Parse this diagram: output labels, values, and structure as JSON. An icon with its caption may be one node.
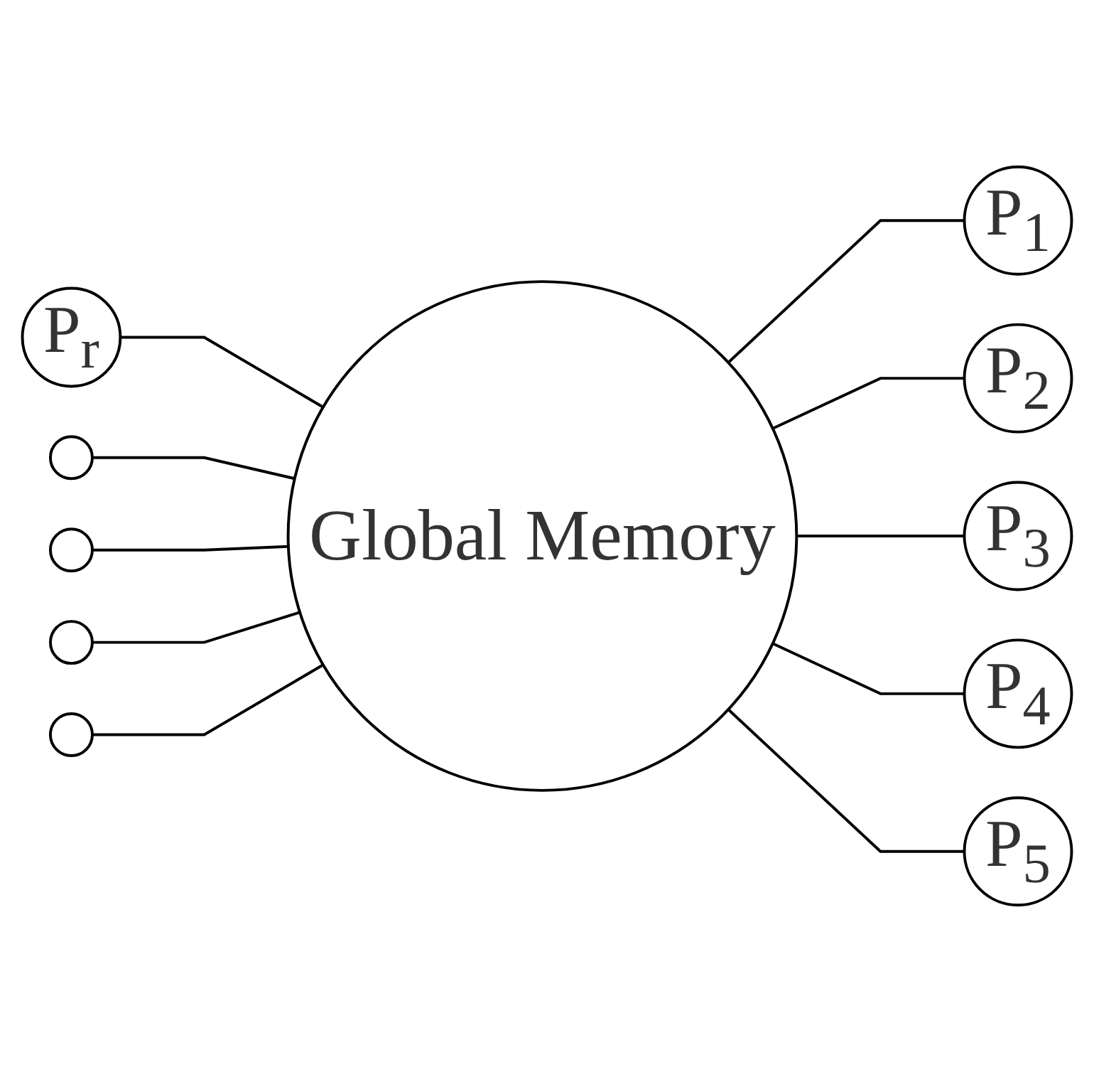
{
  "diagram": {
    "nodes": [
      {
        "text": [
          "Global Memory"
        ]
      },
      {
        "text": [
          "P$_{1}$"
        ]
      },
      {
        "text": [
          "P$_{2}$"
        ]
      },
      {
        "text": [
          "P$_{3}$"
        ]
      },
      {
        "text": [
          "P$_{4}$"
        ]
      },
      {
        "text": [
          "P$_{5}$"
        ]
      },
      {
        "text": [
          "P$_{r}$"
        ]
      },
      {
        "text": [],
        "shape": "circle"
      },
      {
        "text": [],
        "shape": "circle"
      },
      {
        "text": [],
        "shape": "circle"
      },
      {
        "text": [],
        "shape": "circle"
      }
    ],
    "edges": [
      {
        "from": 0,
        "to": 1,
        "arrow": "none"
      },
      {
        "from": 0,
        "to": 2,
        "arrow": "none"
      },
      {
        "from": 0,
        "to": 3,
        "arrow": "none"
      },
      {
        "from": 0,
        "to": 4,
        "arrow": "none"
      },
      {
        "from": 0,
        "to": 5,
        "arrow": "none"
      },
      {
        "from": 0,
        "to": 6,
        "arrow": "none"
      },
      {
        "from": 0,
        "to": 7,
        "arrow": "none"
      },
      {
        "from": 0,
        "to": 8,
        "arrow": "none"
      },
      {
        "from": 0,
        "to": 9,
        "arrow": "none"
      },
      {
        "from": 0,
        "to": 10,
        "arrow": "none"
      }
    ]
  }
}
